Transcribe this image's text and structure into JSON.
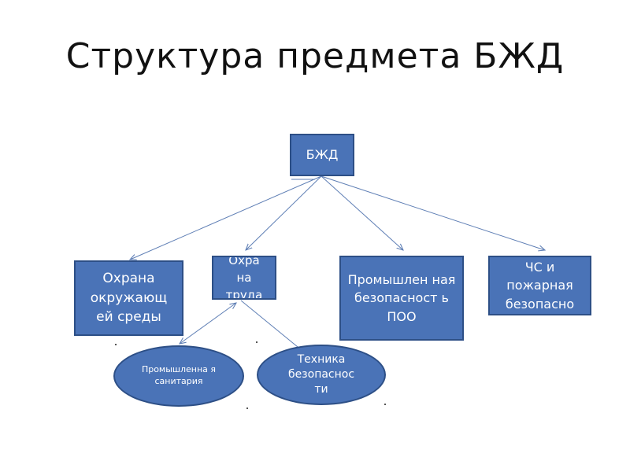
{
  "title": "Структура предмета БЖД",
  "nodes": {
    "bzhd": "БЖД",
    "env": "Охрана окружающ ей среды",
    "labor": "Охра на труда",
    "industrial": "Промышлен ная безопасност ь ПОО",
    "emergency": "ЧС и пожарная безопасно",
    "sanitation": "Промышленна я санитария",
    "technique": "Техника безопаснос ти"
  },
  "colors": {
    "node_fill": "#4a73b7",
    "node_border": "#2d4f86",
    "connector": "#5f7fb5"
  }
}
